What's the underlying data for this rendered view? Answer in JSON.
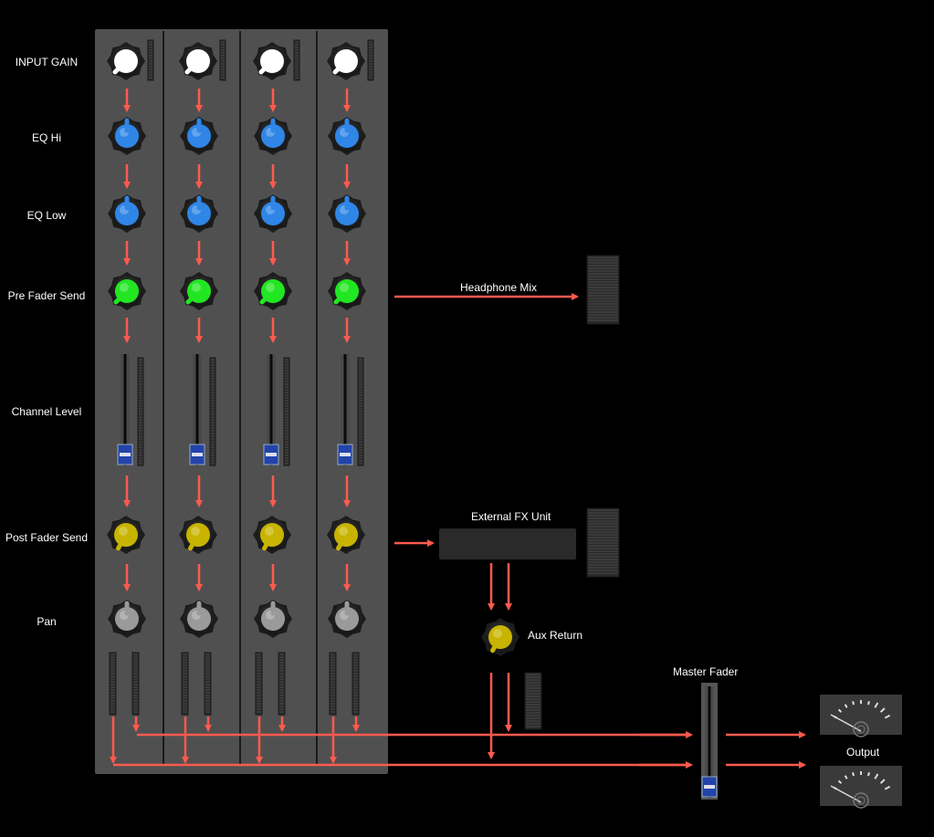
{
  "rows": {
    "input_gain": "INPUT GAIN",
    "eq_hi": "EQ Hi",
    "eq_low": "EQ Low",
    "pre_fader_send": "Pre Fader Send",
    "channel_level": "Channel Level",
    "post_fader_send": "Post Fader Send",
    "pan": "Pan"
  },
  "labels": {
    "headphone_mix": "Headphone Mix",
    "external_fx": "External FX Unit",
    "aux_return": "Aux Return",
    "master_fader": "Master Fader",
    "output": "Output"
  },
  "colors": {
    "arrow": "#ff5a4e",
    "gain_knob": "#ffffff",
    "eq_knob": "#2f86e6",
    "pre_send_knob": "#22e622",
    "post_send_knob": "#c8b400",
    "pan_knob": "#9a9a9a",
    "panel": "#505050"
  },
  "channels": 4
}
